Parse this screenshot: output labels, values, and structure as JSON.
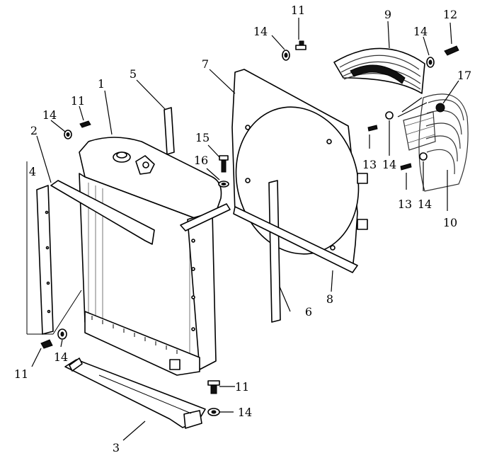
{
  "callouts": [
    {
      "id": "c1",
      "text": "1"
    },
    {
      "id": "c2",
      "text": "2"
    },
    {
      "id": "c3",
      "text": "3"
    },
    {
      "id": "c4",
      "text": "4"
    },
    {
      "id": "c5",
      "text": "5"
    },
    {
      "id": "c6",
      "text": "6"
    },
    {
      "id": "c7",
      "text": "7"
    },
    {
      "id": "c8",
      "text": "8"
    },
    {
      "id": "c9",
      "text": "9"
    },
    {
      "id": "c10",
      "text": "10"
    },
    {
      "id": "c11a",
      "text": "11"
    },
    {
      "id": "c11b",
      "text": "11"
    },
    {
      "id": "c11c",
      "text": "11"
    },
    {
      "id": "c11d",
      "text": "11"
    },
    {
      "id": "c12",
      "text": "12"
    },
    {
      "id": "c13a",
      "text": "13"
    },
    {
      "id": "c13b",
      "text": "13"
    },
    {
      "id": "c14a",
      "text": "14"
    },
    {
      "id": "c14b",
      "text": "14"
    },
    {
      "id": "c14c",
      "text": "14"
    },
    {
      "id": "c14d",
      "text": "14"
    },
    {
      "id": "c14e",
      "text": "14"
    },
    {
      "id": "c14f",
      "text": "14"
    },
    {
      "id": "c14g",
      "text": "14"
    },
    {
      "id": "c15",
      "text": "15"
    },
    {
      "id": "c16",
      "text": "16"
    },
    {
      "id": "c17",
      "text": "17"
    }
  ]
}
